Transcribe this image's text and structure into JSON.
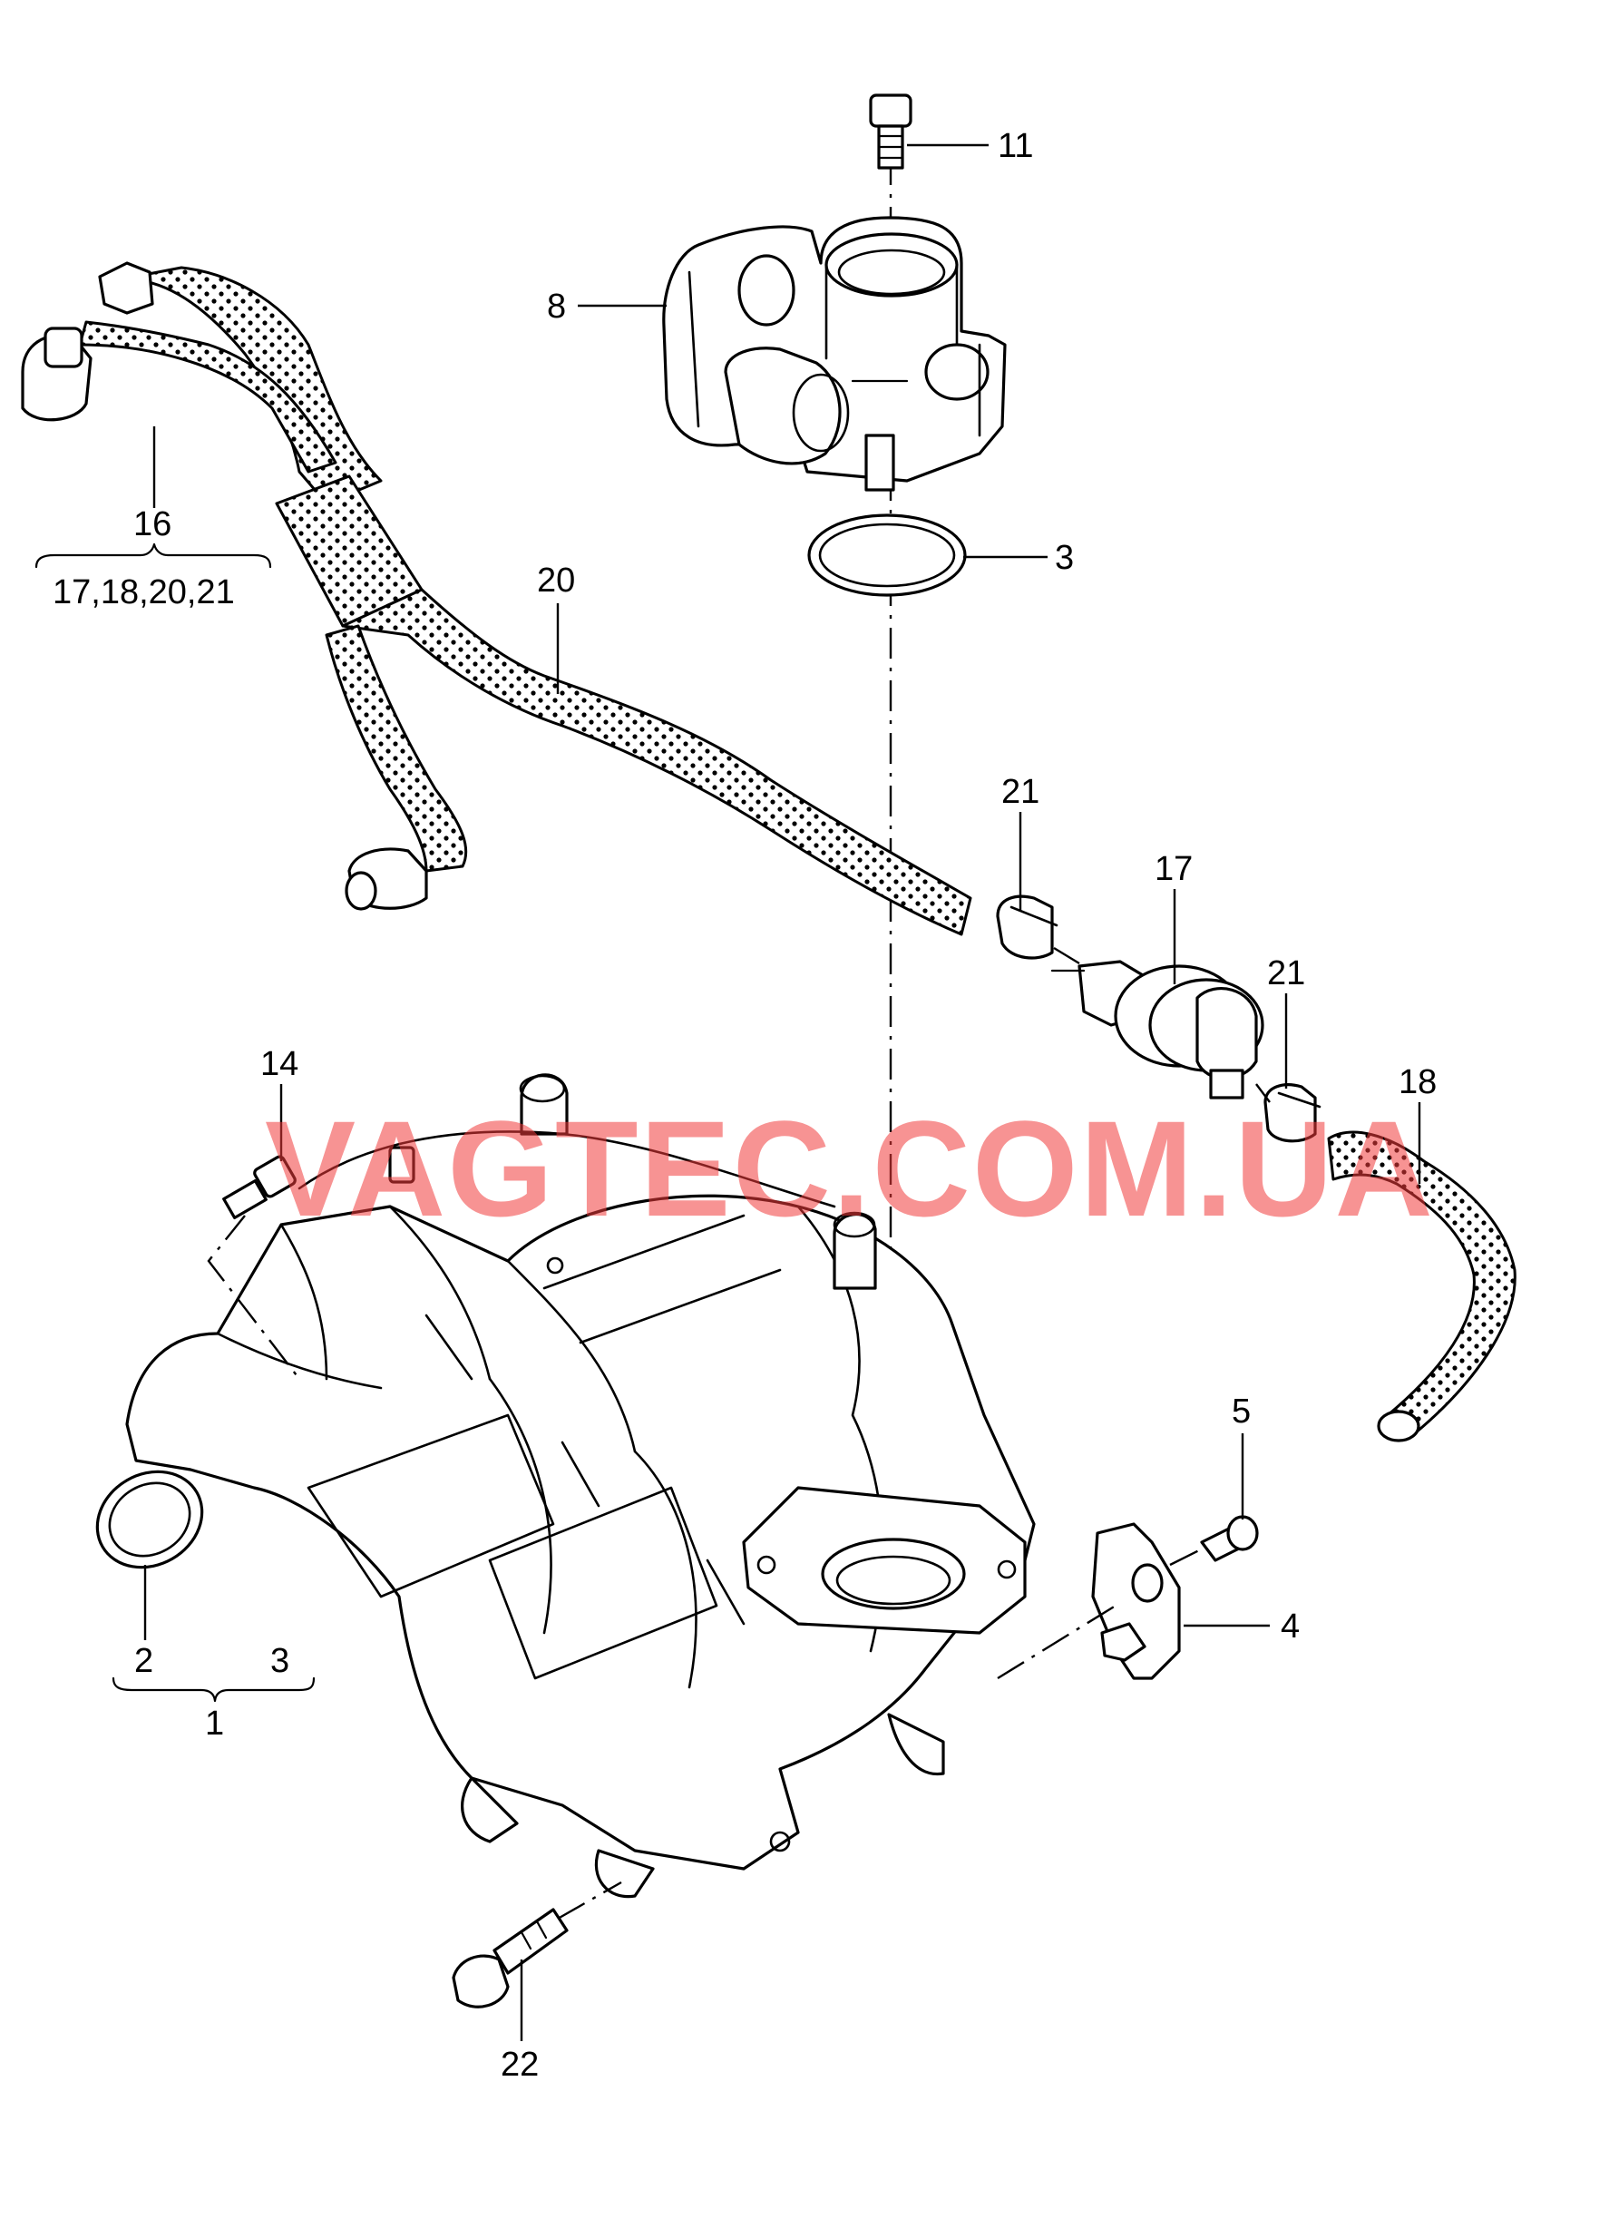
{
  "watermark": "VAGTEC.COM.UA",
  "watermark_color": "#f03a3a",
  "callouts": {
    "c1": "1",
    "c2": "2",
    "c3_group": "3",
    "c3": "3",
    "c4": "4",
    "c5": "5",
    "c8": "8",
    "c11": "11",
    "c14": "14",
    "c16": "16",
    "c16_group": "17,18,20,21",
    "c17": "17",
    "c18": "18",
    "c20": "20",
    "c21a": "21",
    "c21b": "21",
    "c22": "22"
  }
}
